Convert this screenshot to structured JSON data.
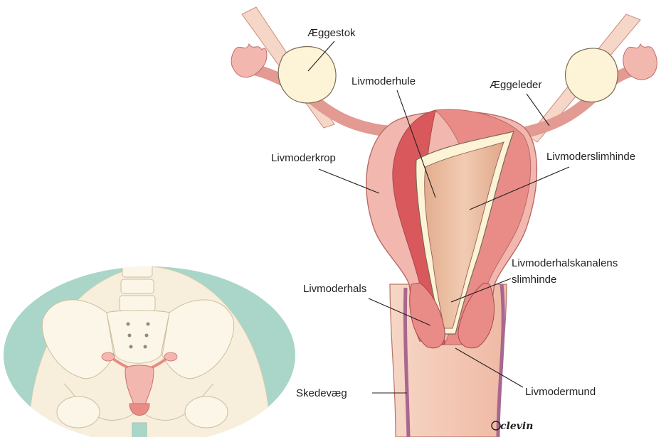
{
  "labels": {
    "aeggestok": "Æggestok",
    "livmoderhule": "Livmoderhule",
    "aeggeleder": "Æggeleder",
    "livmoderkrop": "Livmoderkrop",
    "livmoderslimhinde": "Livmoderslimhinde",
    "livmoderhalskanalens_1": "Livmoderhalskanalens",
    "livmoderhalskanalens_2": "slimhinde",
    "livmoderhals": "Livmoderhals",
    "skedevaeg": "Skedevæg",
    "livmodermund": "Livmodermund"
  },
  "signature": "clevin",
  "colors": {
    "pink_light": "#f2b8b0",
    "pink_mid": "#e98c88",
    "pink_dark": "#d9585c",
    "cream": "#fdf3d6",
    "canal": "#e8b79a",
    "inset_bg": "#a9d6c8",
    "inset_body": "#f7efdb"
  }
}
